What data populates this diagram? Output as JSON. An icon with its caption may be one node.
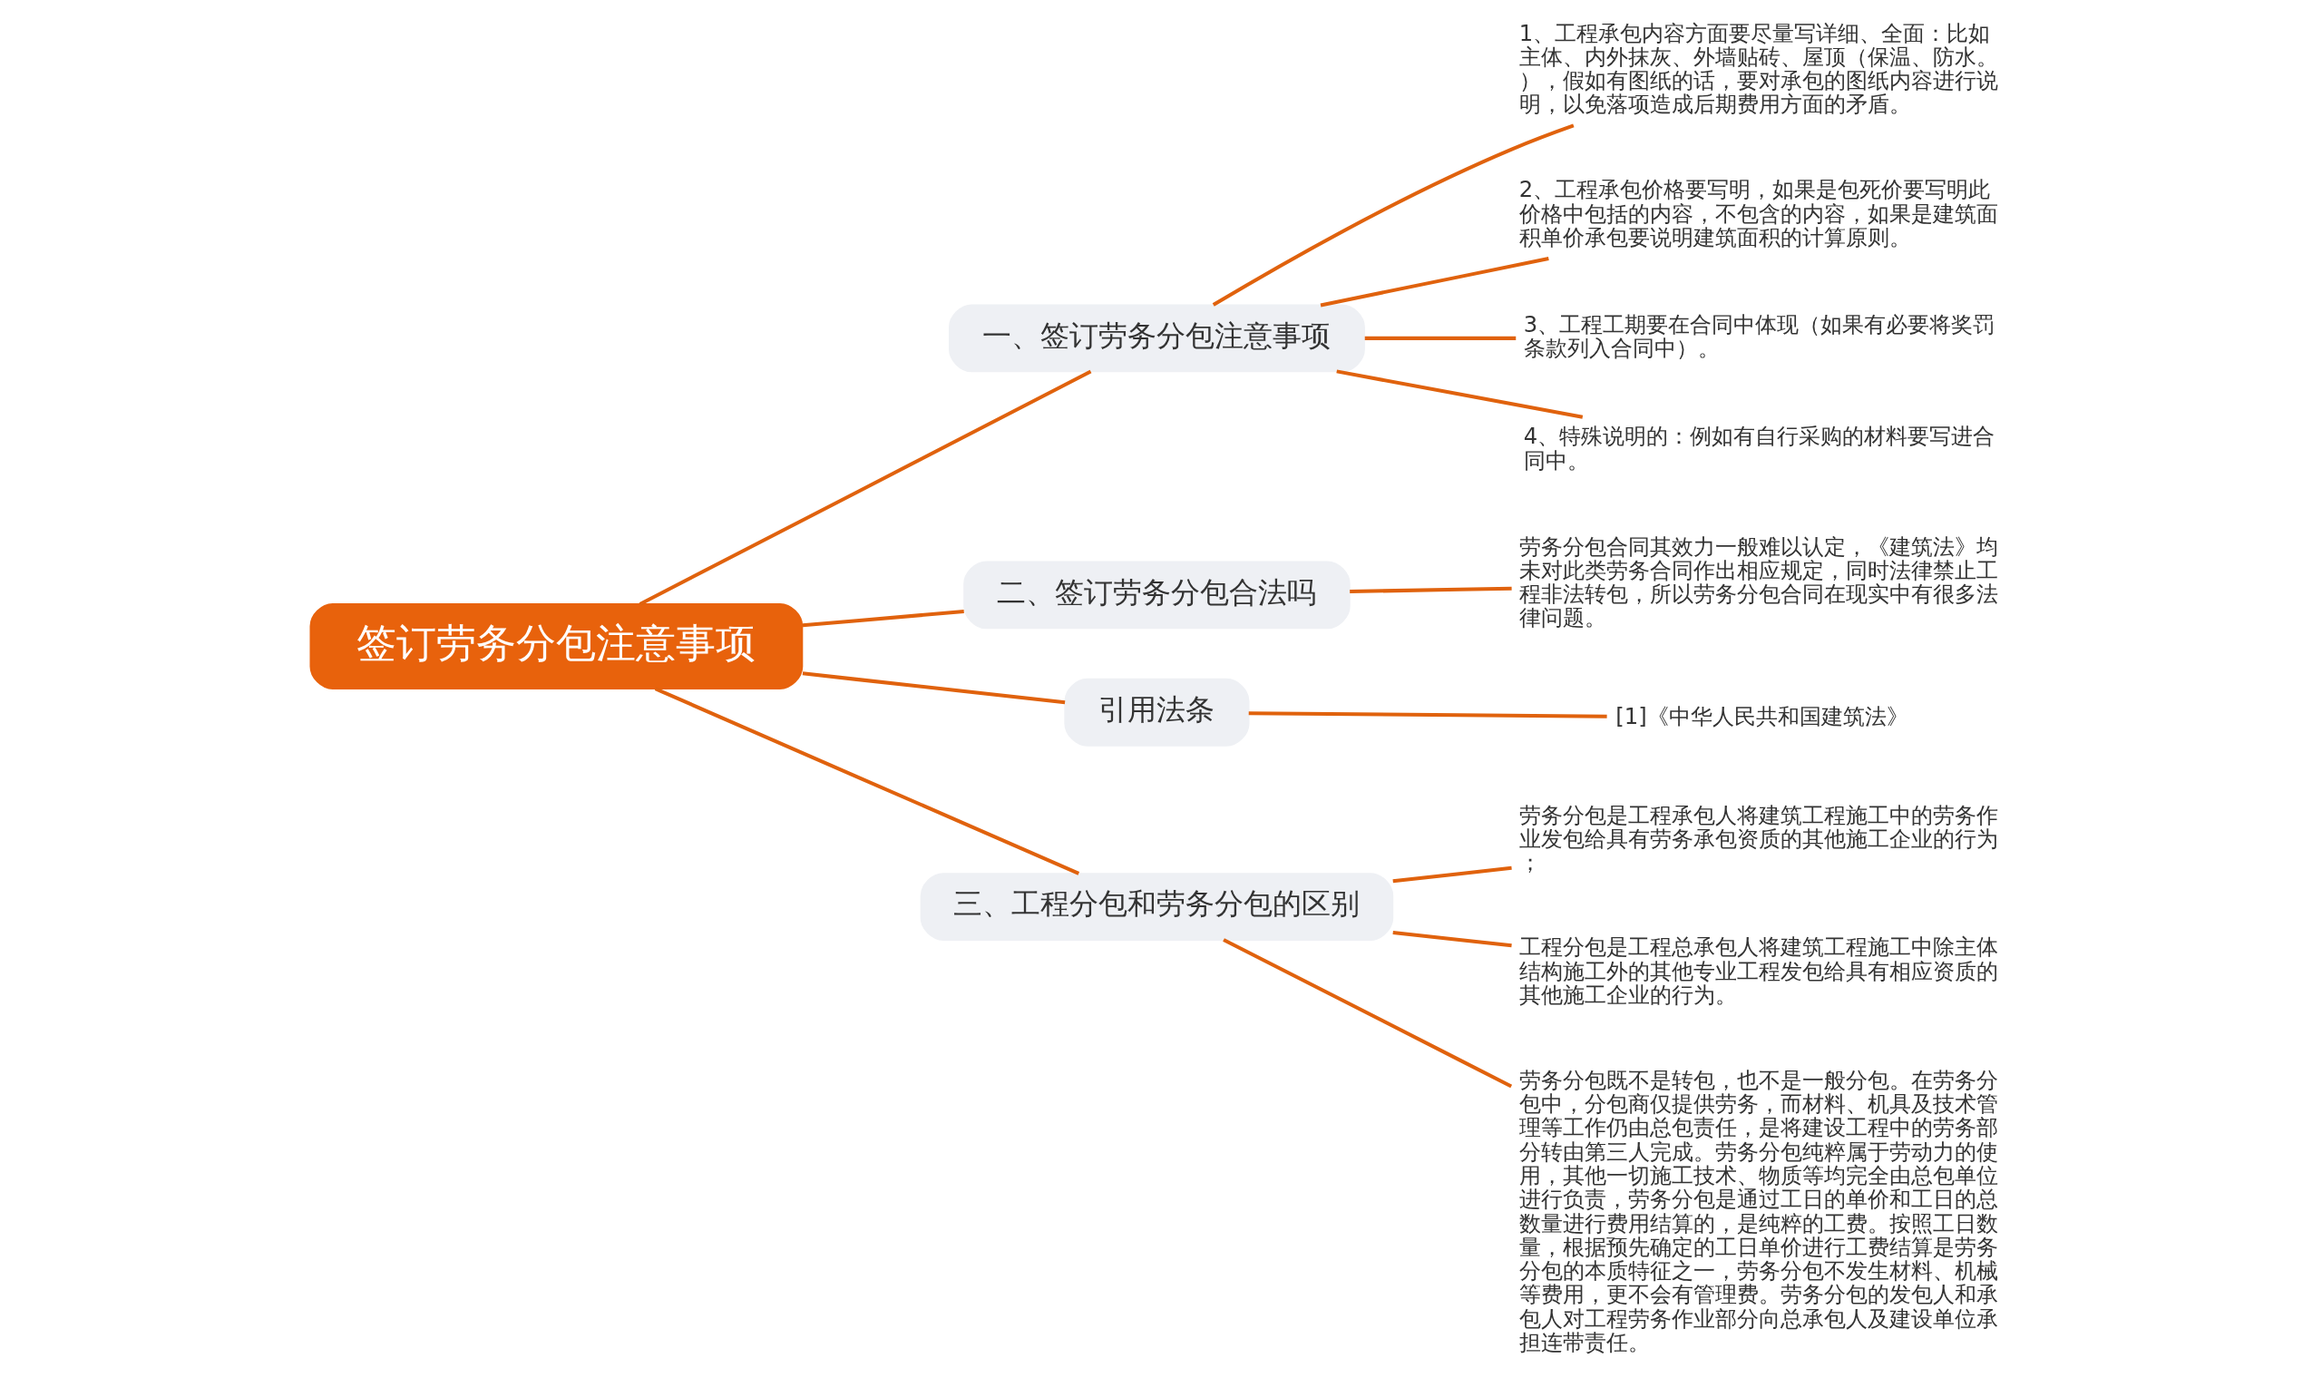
{
  "diagram": {
    "nodes": [
      {
        "text": [
          "签订劳务分包注意事项"
        ]
      },
      {
        "text": [
          "一、签订劳务分包注意事项"
        ]
      },
      {
        "text": [
          "1、工程承包内容方面要尽量写详细、全面：比如主体、内外抹灰、外墙贴砖、屋顶（保温、防水。），假如有图纸的话，要对承包的图纸内容进行说明，以免落项造成后期费用方面的矛盾。"
        ]
      },
      {
        "text": [
          "2、工程承包价格要写明，如果是包死价要写明此价格中包括的内容，不包含的内容，如果是建筑面积单价承包要说明建筑面积的计算原则。"
        ]
      },
      {
        "text": [
          "3、工程工期要在合同中体现（如果有必要将奖罚条款列入合同中）。"
        ]
      },
      {
        "text": [
          "4、特殊说明的：例如有自行采购的材料要写进合同中。"
        ]
      },
      {
        "text": [
          "二、签订劳务分包合法吗"
        ]
      },
      {
        "text": [
          "劳务分包合同其效力一般难以认定，《建筑法》均未对此类劳务合同作出相应规定，同时法律禁止工程非法转包，所以劳务分包合同在现实中有很多法律问题。"
        ]
      },
      {
        "text": [
          "引用法条"
        ]
      },
      {
        "text": [
          "[1]《中华人民共和国建筑法》"
        ]
      },
      {
        "text": [
          "三、工程分包和劳务分包的区别"
        ]
      },
      {
        "text": [
          "劳务分包是工程承包人将建筑工程施工中的劳务作业发包给具有劳务承包资质的其他施工企业的行为；"
        ]
      },
      {
        "text": [
          "工程分包是工程总承包人将建筑工程施工中除主体结构施工外的其他专业工程发包给具有相应资质的其他施工企业的行为。"
        ]
      },
      {
        "text": [
          "劳务分包既不是转包，也不是一般分包。在劳务分包中，分包商仅提供劳务，而材料、机具及技术管理等工作仍由总包责任，是将建设工程中的劳务部分转由第三人完成。劳务分包纯粹属于劳动力的使用，其他一切施工技术、物质等均完全由总包单位进行负责，劳务分包是通过工日的单价和工日的总数量进行费用结算的，是纯粹的工费。按照工日数量，根据预先确定的工日单价进行工费结算是劳务分包的本质特征之一，劳务分包不发生材料、机械等费用，更不会有管理费。劳务分包的发包人和承包人对工程劳务作业部分向总承包人及建设单位承担连带责任。"
        ]
      }
    ],
    "edges": [
      {
        "from": 0,
        "to": 1,
        "arrow": "none"
      },
      {
        "from": 1,
        "to": 2,
        "arrow": "none"
      },
      {
        "from": 1,
        "to": 3,
        "arrow": "none"
      },
      {
        "from": 1,
        "to": 4,
        "arrow": "none"
      },
      {
        "from": 1,
        "to": 5,
        "arrow": "none"
      },
      {
        "from": 0,
        "to": 6,
        "arrow": "none"
      },
      {
        "from": 6,
        "to": 7,
        "arrow": "none"
      },
      {
        "from": 0,
        "to": 8,
        "arrow": "none"
      },
      {
        "from": 8,
        "to": 9,
        "arrow": "none"
      },
      {
        "from": 0,
        "to": 10,
        "arrow": "none"
      },
      {
        "from": 10,
        "to": 11,
        "arrow": "none"
      },
      {
        "from": 10,
        "to": 12,
        "arrow": "none"
      },
      {
        "from": 10,
        "to": 13,
        "arrow": "none"
      }
    ]
  }
}
